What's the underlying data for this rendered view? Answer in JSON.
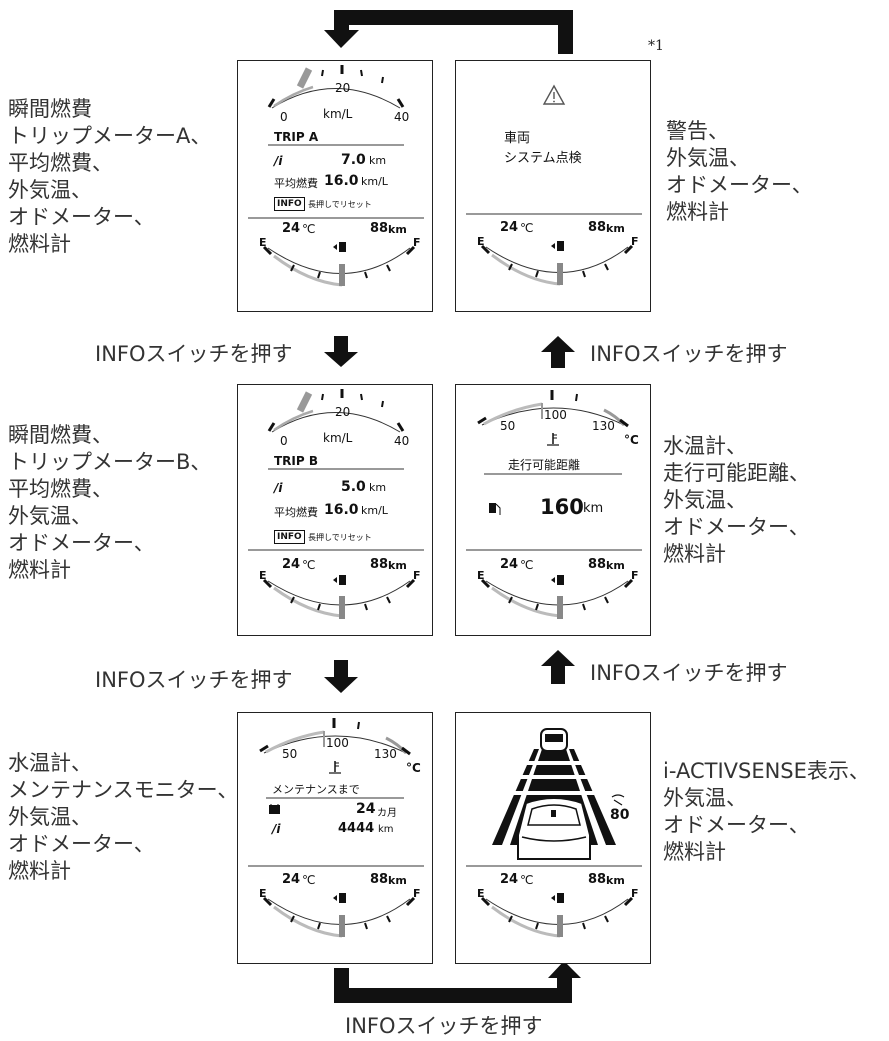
{
  "note_mark": "*1",
  "instruction": "INFOスイッチを押す",
  "descriptions": {
    "tripA": "瞬間燃費\nトリップメーターA、\n平均燃費、\n外気温、\nオドメーター、\n燃料計",
    "warning": "警告、\n外気温、\nオドメーター、\n燃料計",
    "tripB": "瞬間燃費、\nトリップメーターB、\n平均燃費、\n外気温、\nオドメーター、\n燃料計",
    "range": "水温計、\n走行可能距離、\n外気温、\nオドメーター、\n燃料計",
    "maintenance": "水温計、\nメンテナンスモニター、\n外気温、\nオドメーター、\n燃料計",
    "activsense": "i-ACTIVSENSE表示、\n外気温、\nオドメーター、\n燃料計"
  },
  "common": {
    "outside_temp": "24",
    "temp_unit": "℃",
    "odometer": "88",
    "odometer_unit": "km",
    "fuel_e": "E",
    "fuel_f": "F"
  },
  "fuel_economy_gauge": {
    "min": "0",
    "mid": "20",
    "max": "40",
    "unit": "km/L"
  },
  "water_temp_gauge": {
    "low": "50",
    "mid": "100",
    "high": "130",
    "unit": "°C"
  },
  "trip_a": {
    "title": "TRIP A",
    "trip_icon": "/i",
    "trip_value": "7.0",
    "trip_unit": "km",
    "avg_label": "平均燃費",
    "avg_value": "16.0",
    "avg_unit": "km/L",
    "info_btn": "INFO",
    "reset_text": "長押しでリセット"
  },
  "trip_b": {
    "title": "TRIP B",
    "trip_icon": "/i",
    "trip_value": "5.0",
    "trip_unit": "km",
    "avg_label": "平均燃費",
    "avg_value": "16.0",
    "avg_unit": "km/L",
    "info_btn": "INFO",
    "reset_text": "長押しでリセット"
  },
  "warning_panel": {
    "line1": "車両",
    "line2": "システム点検"
  },
  "range_panel": {
    "label": "走行可能距離",
    "value": "160",
    "unit": "km"
  },
  "maintenance_panel": {
    "label": "メンテナンスまで",
    "months_value": "24",
    "months_unit": "カ月",
    "trip_icon": "/i",
    "km_value": "4444",
    "km_unit": "km"
  },
  "activsense_panel": {
    "speed": "80"
  }
}
